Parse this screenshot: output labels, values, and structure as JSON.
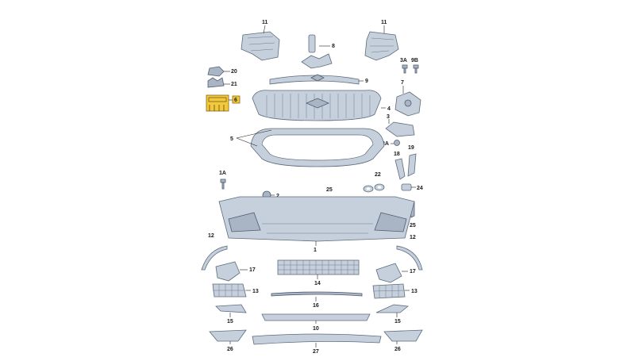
{
  "labels": {
    "l11a": "11",
    "l11b": "11",
    "l8": "8",
    "l3a": "3A",
    "l9b": "9B",
    "l20": "20",
    "l21": "21",
    "l9": "9",
    "l7": "7",
    "l6": "6",
    "l4": "4",
    "l3": "3",
    "l5": "5",
    "l3a2": "3A",
    "l18": "18",
    "l19": "19",
    "l1a": "1A",
    "l2": "2",
    "l25a": "25",
    "l22": "22",
    "l24": "24",
    "l25b": "25",
    "l1": "1",
    "l12a": "12",
    "l12b": "12",
    "l17a": "17",
    "l17b": "17",
    "l14": "14",
    "l13a": "13",
    "l13b": "13",
    "l16": "16",
    "l15a": "15",
    "l15b": "15",
    "l10": "10",
    "l26a": "26",
    "l26b": "26",
    "l27": "27"
  },
  "colors": {
    "part": "#c6d0dc",
    "highlight": "#f3c83a"
  }
}
